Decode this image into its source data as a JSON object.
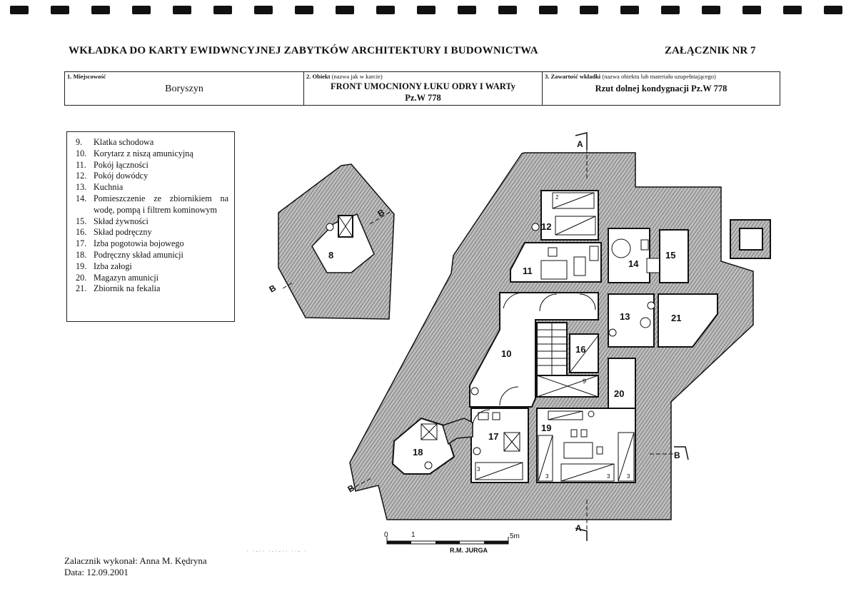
{
  "document": {
    "title": "WKŁADKA DO KARTY EWIDWNCYJNEJ ZABYTKÓW ARCHITEKTURY I BUDOWNICTWA",
    "annex": "ZAŁĄCZNIK NR 7"
  },
  "header_table": {
    "col1": {
      "label": "1. Miejscowość",
      "value": "Boryszyn"
    },
    "col2": {
      "label_bold": "2. Obiekt",
      "label_rest": "(nazwa jak w karcie)",
      "value_line1": "FRONT UMOCNIONY ŁUKU ODRY I WARTy",
      "value_line2": "Pz.W 778"
    },
    "col3": {
      "label_bold": "3. Zawartość wkładki",
      "label_rest": "(nazwa obiektu lub materiału uzupełniającego)",
      "value": "Rzut dolnej kondygnacji Pz.W 778"
    }
  },
  "legend": [
    {
      "num": "9.",
      "text": "Klatka schodowa"
    },
    {
      "num": "10.",
      "text": "Korytarz z niszą amunicyjną"
    },
    {
      "num": "11.",
      "text": "Pokój łączności"
    },
    {
      "num": "12.",
      "text": "Pokój dowódcy"
    },
    {
      "num": "13.",
      "text": "Kuchnia"
    },
    {
      "num": "14.",
      "text": "Pomieszczenie ze zbiornikiem na wodę, pompą i filtrem kominowym"
    },
    {
      "num": "15.",
      "text": "Skład żywności"
    },
    {
      "num": "16.",
      "text": "Skład podręczny"
    },
    {
      "num": "17.",
      "text": "Izba pogotowia bojowego"
    },
    {
      "num": "18.",
      "text": "Podręczny skład amunicji"
    },
    {
      "num": "19.",
      "text": "Izba załogi"
    },
    {
      "num": "20.",
      "text": "Magazyn amunicji"
    },
    {
      "num": "21.",
      "text": "Zbiornik na fekalia"
    }
  ],
  "plan": {
    "room_labels": [
      "8",
      "10",
      "11",
      "12",
      "13",
      "14",
      "15",
      "16",
      "17",
      "18",
      "19",
      "20",
      "21"
    ],
    "stair_label": "9",
    "bed_label": "3",
    "bed_label_top": "2",
    "section_a": "A",
    "section_b": "B",
    "scale_0": "0",
    "scale_1": "1",
    "scale_5": "5m",
    "author": "R.M. JURGA"
  },
  "footer": {
    "made_by": "Zalacznik wykonał: Anna M. Kędryna",
    "date": "Data: 12.09.2001"
  },
  "colors": {
    "ink": "#111111",
    "hatch": "#8a8a8a",
    "room": "#ffffff"
  }
}
